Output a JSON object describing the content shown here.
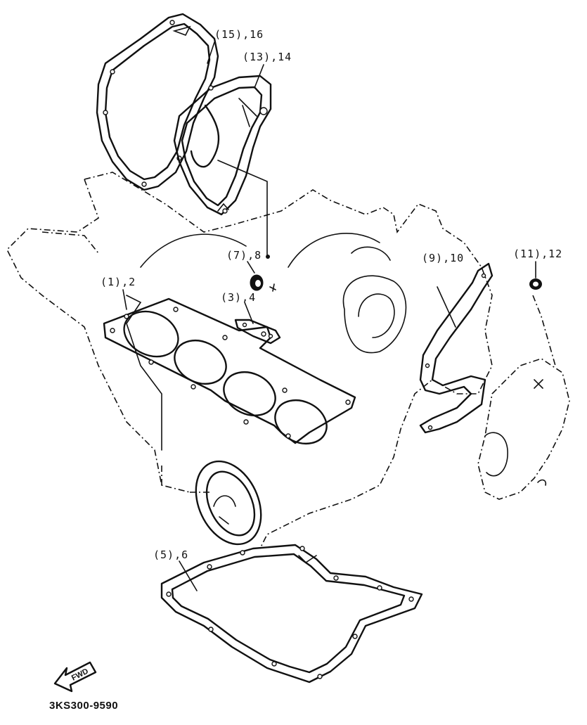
{
  "callouts": {
    "cover_gasket": "(15),16",
    "inner_cover_gasket": "(13),14",
    "plug_seal": "(7),8",
    "head_gasket": "(1),2",
    "small_gasket": "(3),4",
    "side_gasket": "(9),10",
    "o_ring": "(11),12",
    "oil_pan_gasket": "(5),6"
  },
  "fwd_label": "FWD",
  "part_code": "3KS300-9590"
}
